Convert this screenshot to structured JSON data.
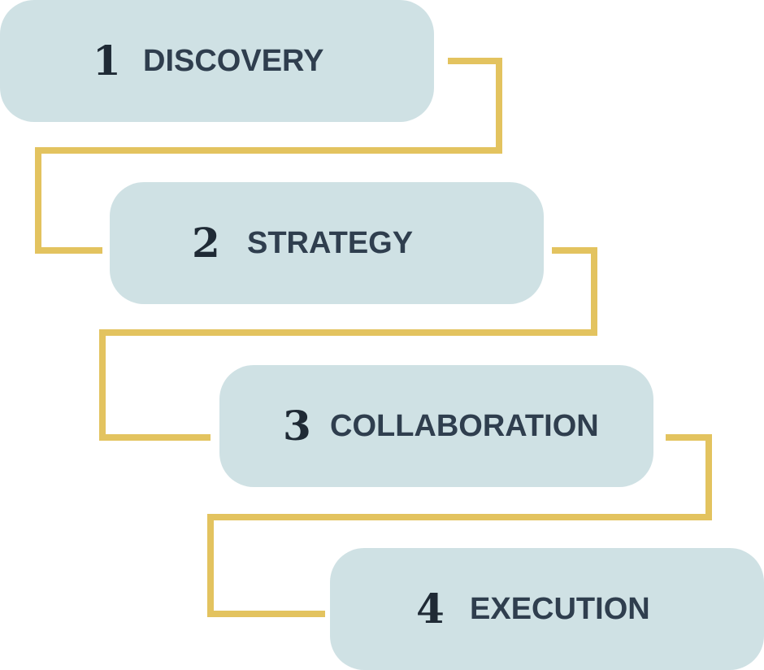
{
  "colors": {
    "step_bg": "#cfe1e4",
    "connector": "#e3c35f",
    "number": "#1f2a35",
    "label": "#2f3e4e"
  },
  "steps": [
    {
      "number": "1",
      "label": "DISCOVERY"
    },
    {
      "number": "2",
      "label": "STRATEGY"
    },
    {
      "number": "3",
      "label": "COLLABORATION"
    },
    {
      "number": "4",
      "label": "EXECUTION"
    }
  ]
}
